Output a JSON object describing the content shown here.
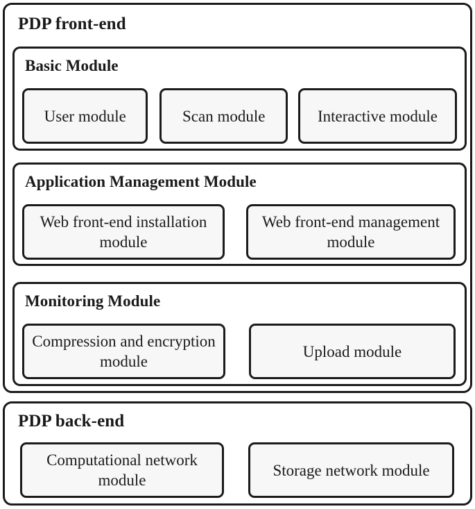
{
  "diagram": {
    "type": "block-architecture",
    "colors": {
      "border": "#1b1b1b",
      "leaf_fill": "#f7f7f7",
      "background": "#ffffff",
      "text": "#1a1a1a"
    },
    "tiers": [
      {
        "id": "frontend",
        "title": "PDP front-end",
        "groups": [
          {
            "id": "basic",
            "title": "Basic  Module",
            "modules": [
              {
                "label": "User module"
              },
              {
                "label": "Scan module"
              },
              {
                "label": "Interactive module"
              }
            ]
          },
          {
            "id": "application",
            "title": "Application Management Module",
            "modules": [
              {
                "label": "Web front-end installation module"
              },
              {
                "label": "Web front-end management module"
              }
            ]
          },
          {
            "id": "monitoring",
            "title": "Monitoring Module",
            "modules": [
              {
                "label": "Compression and encryption module"
              },
              {
                "label": "Upload module"
              }
            ]
          }
        ]
      },
      {
        "id": "backend",
        "title": "PDP back-end",
        "groups": [],
        "modules": [
          {
            "label": "Computational network module"
          },
          {
            "label": "Storage network module"
          }
        ]
      }
    ]
  }
}
